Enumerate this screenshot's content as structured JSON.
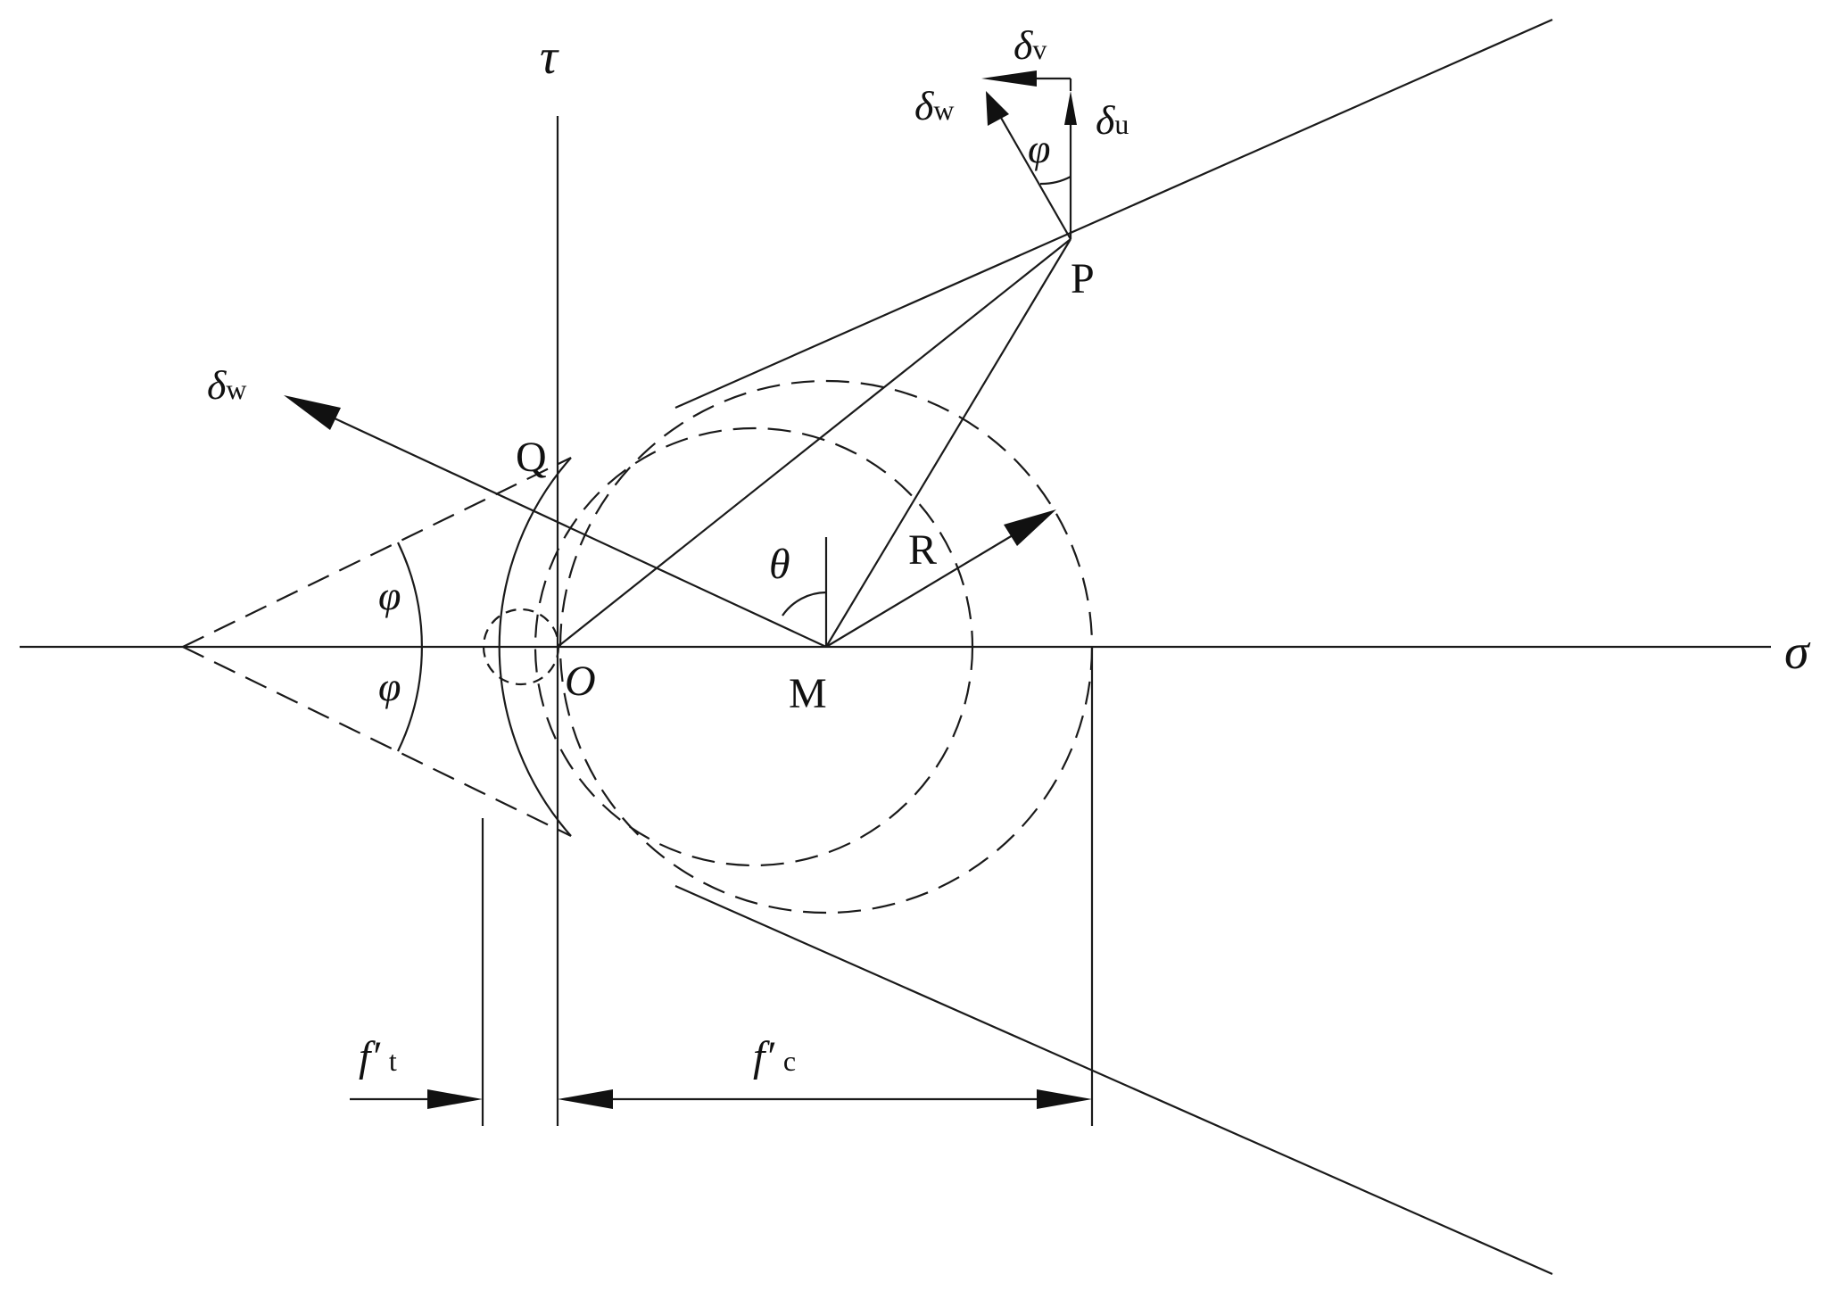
{
  "axes": {
    "sigma": "σ",
    "tau": "τ"
  },
  "points": {
    "origin": "O",
    "center": "M",
    "p": "P",
    "q": "Q"
  },
  "symbols": {
    "radius": "R",
    "theta": "θ",
    "phi": "φ",
    "delta": "δ",
    "sub_w": "w",
    "sub_v": "v",
    "sub_u": "u"
  },
  "dimensions": {
    "ft_base": "f′",
    "ft_sub": "t",
    "fc_base": "f′",
    "fc_sub": "c"
  }
}
